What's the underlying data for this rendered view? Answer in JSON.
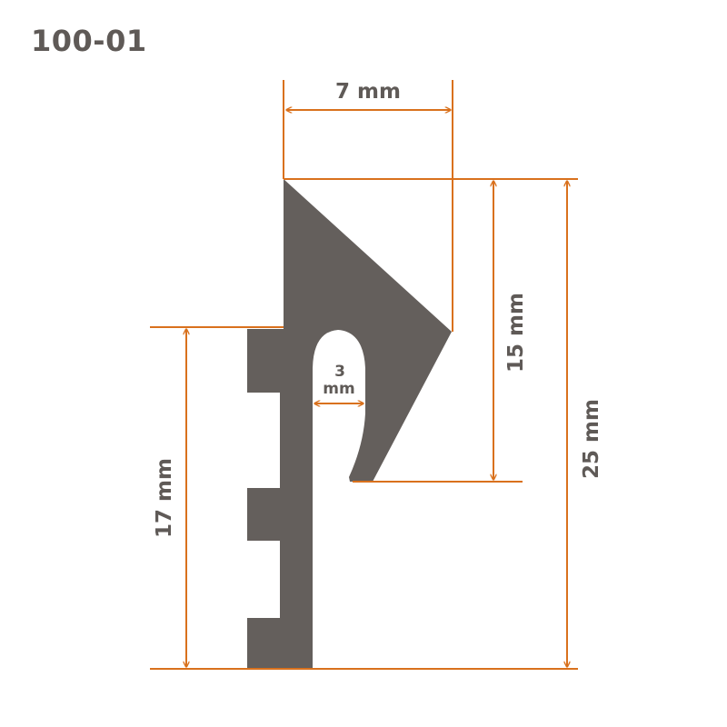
{
  "model_code": "100-01",
  "colors": {
    "profile": "#645f5c",
    "dimension_line": "#d9711d",
    "text": "#5f5a57",
    "background": "#ffffff"
  },
  "dimensions": {
    "top_width": "7 mm",
    "right_height": "15 mm",
    "total_height": "25 mm",
    "left_height": "17 mm",
    "slot_width_value": "3",
    "slot_width_unit": "mm"
  }
}
